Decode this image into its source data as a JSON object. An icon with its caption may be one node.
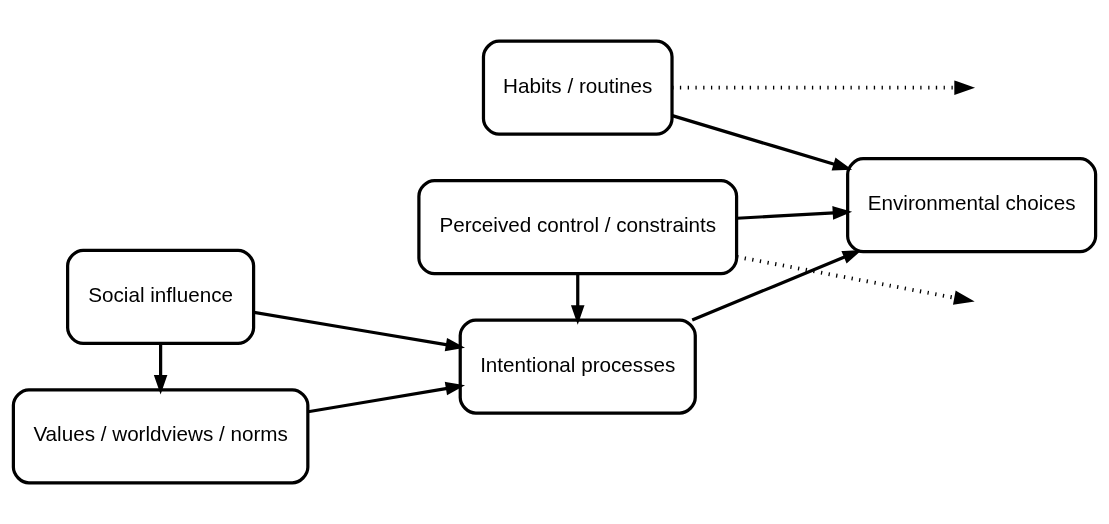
{
  "diagram": {
    "nodes": [
      {
        "text": [
          "Values / worldviews / norms"
        ]
      },
      {
        "text": [
          "Social influence"
        ]
      },
      {
        "text": [
          "Habits / routines"
        ]
      },
      {
        "text": [
          "Intentional processes"
        ]
      },
      {
        "text": [
          "Perceived control / constraints"
        ]
      },
      {
        "text": [
          "Environmental choices"
        ]
      }
    ],
    "edges": [
      {
        "from": 1,
        "to": 0,
        "arrow": "to"
      },
      {
        "from": 0,
        "to": 3,
        "arrow": "to"
      },
      {
        "from": 1,
        "to": 3,
        "arrow": "to"
      },
      {
        "from": 2,
        "to": 5,
        "arrow": "to"
      },
      {
        "from": 3,
        "to": 5,
        "arrow": "to"
      },
      {
        "from": 4,
        "to": 3,
        "arrow": "to"
      },
      {
        "from": 4,
        "to": 5,
        "arrow": "to"
      },
      {
        "from": 2,
        "to": null,
        "arrow": "to",
        "style": "dashed"
      },
      {
        "from": 4,
        "to": null,
        "arrow": "to",
        "style": "dashed"
      }
    ]
  }
}
